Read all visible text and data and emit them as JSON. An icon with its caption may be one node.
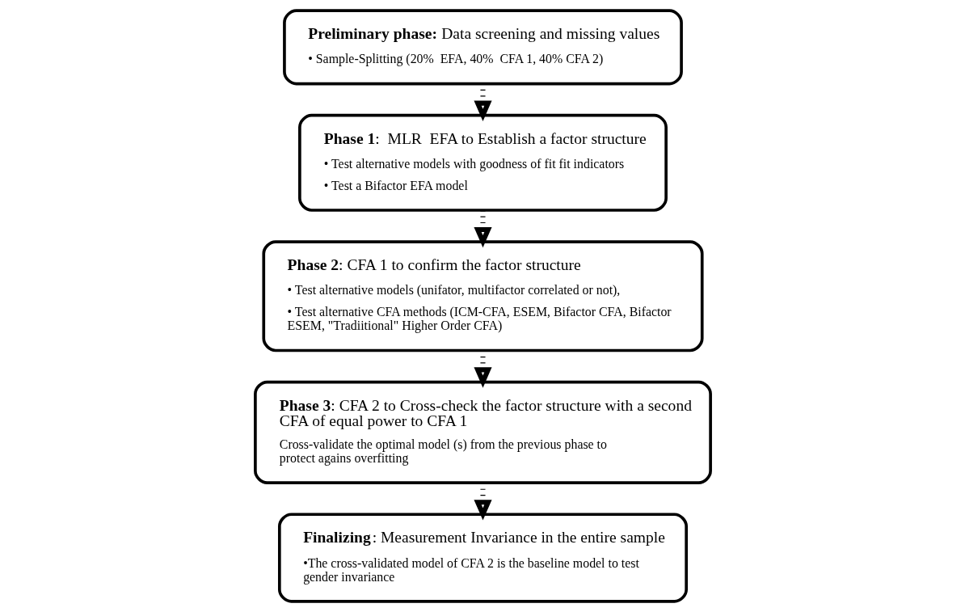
{
  "diagram": {
    "nodes": [
      {
        "text": [
          "**Preliminary phase:** Data screening and missing values",
          "• Sample-Splitting (20%  EFA, 40%  CFA 1, 40% CFA 2)"
        ]
      },
      {
        "text": [
          "**Phase 1**:  MLR  EFA to Establish a factor structure",
          "• Test alternative models with goodness of fit fit indicators",
          "• Test a Bifactor EFA model"
        ]
      },
      {
        "text": [
          "**Phase 2**: CFA 1 to confirm the factor structure",
          "• Test alternative models (unifator, multifactor correlated or not),",
          "• Test alternative CFA methods (ICM-CFA, ESEM, Bifactor CFA, Bifactor ESEM, \"Tradiitional\" Higher Order CFA)"
        ]
      },
      {
        "text": [
          "**Phase 3**: CFA 2 to Cross-check the factor structure with a second CFA of equal power to CFA 1",
          "Cross-validate the optimal model (s) from the previous phase to protect agains overfitting"
        ]
      },
      {
        "text": [
          "**Finalizing**: Measurement Invariance in the entire sample",
          "•The cross-validated model of CFA 2 is the baseline model to test gender invariance"
        ]
      }
    ],
    "edges": [
      {
        "from": 0,
        "to": 1,
        "arrow": "to",
        "style": "dashed"
      },
      {
        "from": 1,
        "to": 2,
        "arrow": "to",
        "style": "dashed"
      },
      {
        "from": 2,
        "to": 3,
        "arrow": "to",
        "style": "dashed"
      },
      {
        "from": 3,
        "to": 4,
        "arrow": "to",
        "style": "dashed"
      }
    ]
  }
}
